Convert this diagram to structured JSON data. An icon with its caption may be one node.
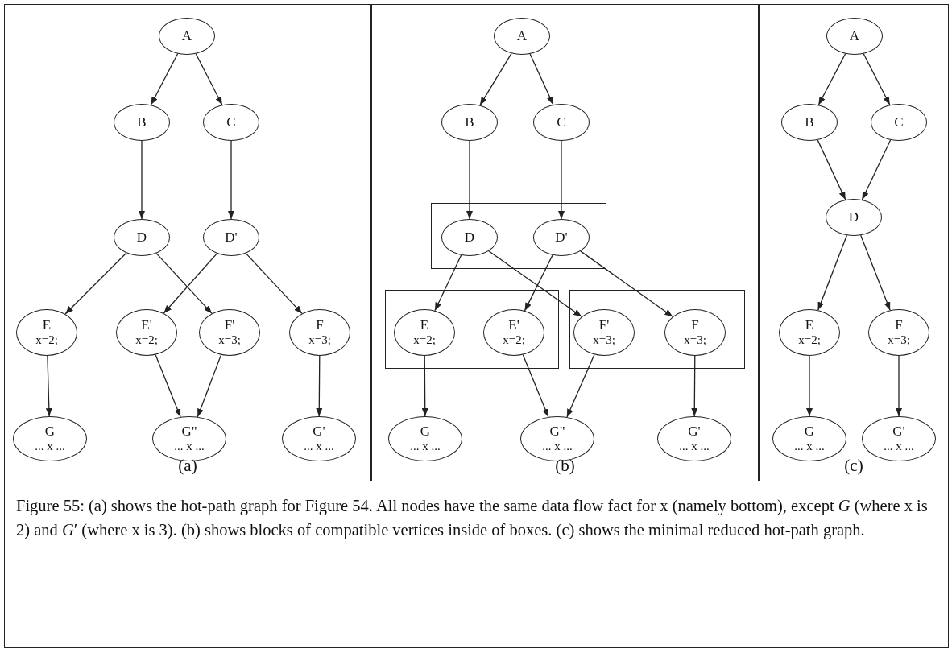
{
  "diagram": {
    "caption": "Figure 55: (a) shows the hot-path graph for Figure 54. All nodes have the same data flow fact for x (namely bottom), except *G* (where x is 2) and *G*′ (where x is 3). (b) shows blocks of compatible vertices inside of boxes. (c) shows the minimal reduced hot-path graph.",
    "nodes": [
      {
        "text": [
          "(a)"
        ]
      },
      {
        "text": [
          "A"
        ],
        "in": 0
      },
      {
        "text": [
          "B"
        ],
        "in": 0
      },
      {
        "text": [
          "C"
        ],
        "in": 0
      },
      {
        "text": [
          "D"
        ],
        "in": 0
      },
      {
        "text": [
          "D'"
        ],
        "in": 0
      },
      {
        "text": [
          "E",
          "x=2;"
        ],
        "in": 0
      },
      {
        "text": [
          "E'",
          "x=2;"
        ],
        "in": 0
      },
      {
        "text": [
          "F'",
          "x=3;"
        ],
        "in": 0
      },
      {
        "text": [
          "F",
          "x=3;"
        ],
        "in": 0
      },
      {
        "text": [
          "G",
          "... x ..."
        ],
        "in": 0
      },
      {
        "text": [
          "G\"",
          "... x ..."
        ],
        "in": 0
      },
      {
        "text": [
          "G'",
          "... x ..."
        ],
        "in": 0
      },
      {
        "text": [
          "(b)"
        ]
      },
      {
        "text": [
          "A"
        ],
        "in": 13
      },
      {
        "text": [
          "B"
        ],
        "in": 13
      },
      {
        "text": [
          "C"
        ],
        "in": 13
      },
      {
        "text": [],
        "shape": "box",
        "in": 13
      },
      {
        "text": [
          "D"
        ],
        "in": 17
      },
      {
        "text": [
          "D'"
        ],
        "in": 17
      },
      {
        "text": [],
        "shape": "box",
        "in": 13
      },
      {
        "text": [
          "E",
          "x=2;"
        ],
        "in": 20
      },
      {
        "text": [
          "E'",
          "x=2;"
        ],
        "in": 20
      },
      {
        "text": [],
        "shape": "box",
        "in": 13
      },
      {
        "text": [
          "F'",
          "x=3;"
        ],
        "in": 23
      },
      {
        "text": [
          "F",
          "x=3;"
        ],
        "in": 23
      },
      {
        "text": [
          "G",
          "... x ..."
        ],
        "in": 13
      },
      {
        "text": [
          "G\"",
          "... x ..."
        ],
        "in": 13
      },
      {
        "text": [
          "G'",
          "... x ..."
        ],
        "in": 13
      },
      {
        "text": [
          "(c)"
        ]
      },
      {
        "text": [
          "A"
        ],
        "in": 29
      },
      {
        "text": [
          "B"
        ],
        "in": 29
      },
      {
        "text": [
          "C"
        ],
        "in": 29
      },
      {
        "text": [
          "D"
        ],
        "in": 29
      },
      {
        "text": [
          "E",
          "x=2;"
        ],
        "in": 29
      },
      {
        "text": [
          "F",
          "x=3;"
        ],
        "in": 29
      },
      {
        "text": [
          "G",
          "... x ..."
        ],
        "in": 29
      },
      {
        "text": [
          "G'",
          "... x ..."
        ],
        "in": 29
      }
    ],
    "edges": [
      {
        "from": 1,
        "to": 2,
        "arrow": "to"
      },
      {
        "from": 1,
        "to": 3,
        "arrow": "to"
      },
      {
        "from": 2,
        "to": 4,
        "arrow": "to"
      },
      {
        "from": 3,
        "to": 5,
        "arrow": "to"
      },
      {
        "from": 4,
        "to": 6,
        "arrow": "to"
      },
      {
        "from": 4,
        "to": 8,
        "arrow": "to"
      },
      {
        "from": 5,
        "to": 7,
        "arrow": "to"
      },
      {
        "from": 5,
        "to": 9,
        "arrow": "to"
      },
      {
        "from": 6,
        "to": 10,
        "arrow": "to"
      },
      {
        "from": 7,
        "to": 11,
        "arrow": "to"
      },
      {
        "from": 8,
        "to": 11,
        "arrow": "to"
      },
      {
        "from": 9,
        "to": 12,
        "arrow": "to"
      },
      {
        "from": 14,
        "to": 15,
        "arrow": "to"
      },
      {
        "from": 14,
        "to": 16,
        "arrow": "to"
      },
      {
        "from": 15,
        "to": 18,
        "arrow": "to"
      },
      {
        "from": 16,
        "to": 19,
        "arrow": "to"
      },
      {
        "from": 18,
        "to": 21,
        "arrow": "to"
      },
      {
        "from": 18,
        "to": 24,
        "arrow": "to"
      },
      {
        "from": 19,
        "to": 22,
        "arrow": "to"
      },
      {
        "from": 19,
        "to": 25,
        "arrow": "to"
      },
      {
        "from": 21,
        "to": 26,
        "arrow": "to"
      },
      {
        "from": 22,
        "to": 27,
        "arrow": "to"
      },
      {
        "from": 24,
        "to": 27,
        "arrow": "to"
      },
      {
        "from": 25,
        "to": 28,
        "arrow": "to"
      },
      {
        "from": 30,
        "to": 31,
        "arrow": "to"
      },
      {
        "from": 30,
        "to": 32,
        "arrow": "to"
      },
      {
        "from": 31,
        "to": 33,
        "arrow": "to"
      },
      {
        "from": 32,
        "to": 33,
        "arrow": "to"
      },
      {
        "from": 33,
        "to": 34,
        "arrow": "to"
      },
      {
        "from": 33,
        "to": 35,
        "arrow": "to"
      },
      {
        "from": 34,
        "to": 36,
        "arrow": "to"
      },
      {
        "from": 35,
        "to": 37,
        "arrow": "to"
      }
    ]
  }
}
